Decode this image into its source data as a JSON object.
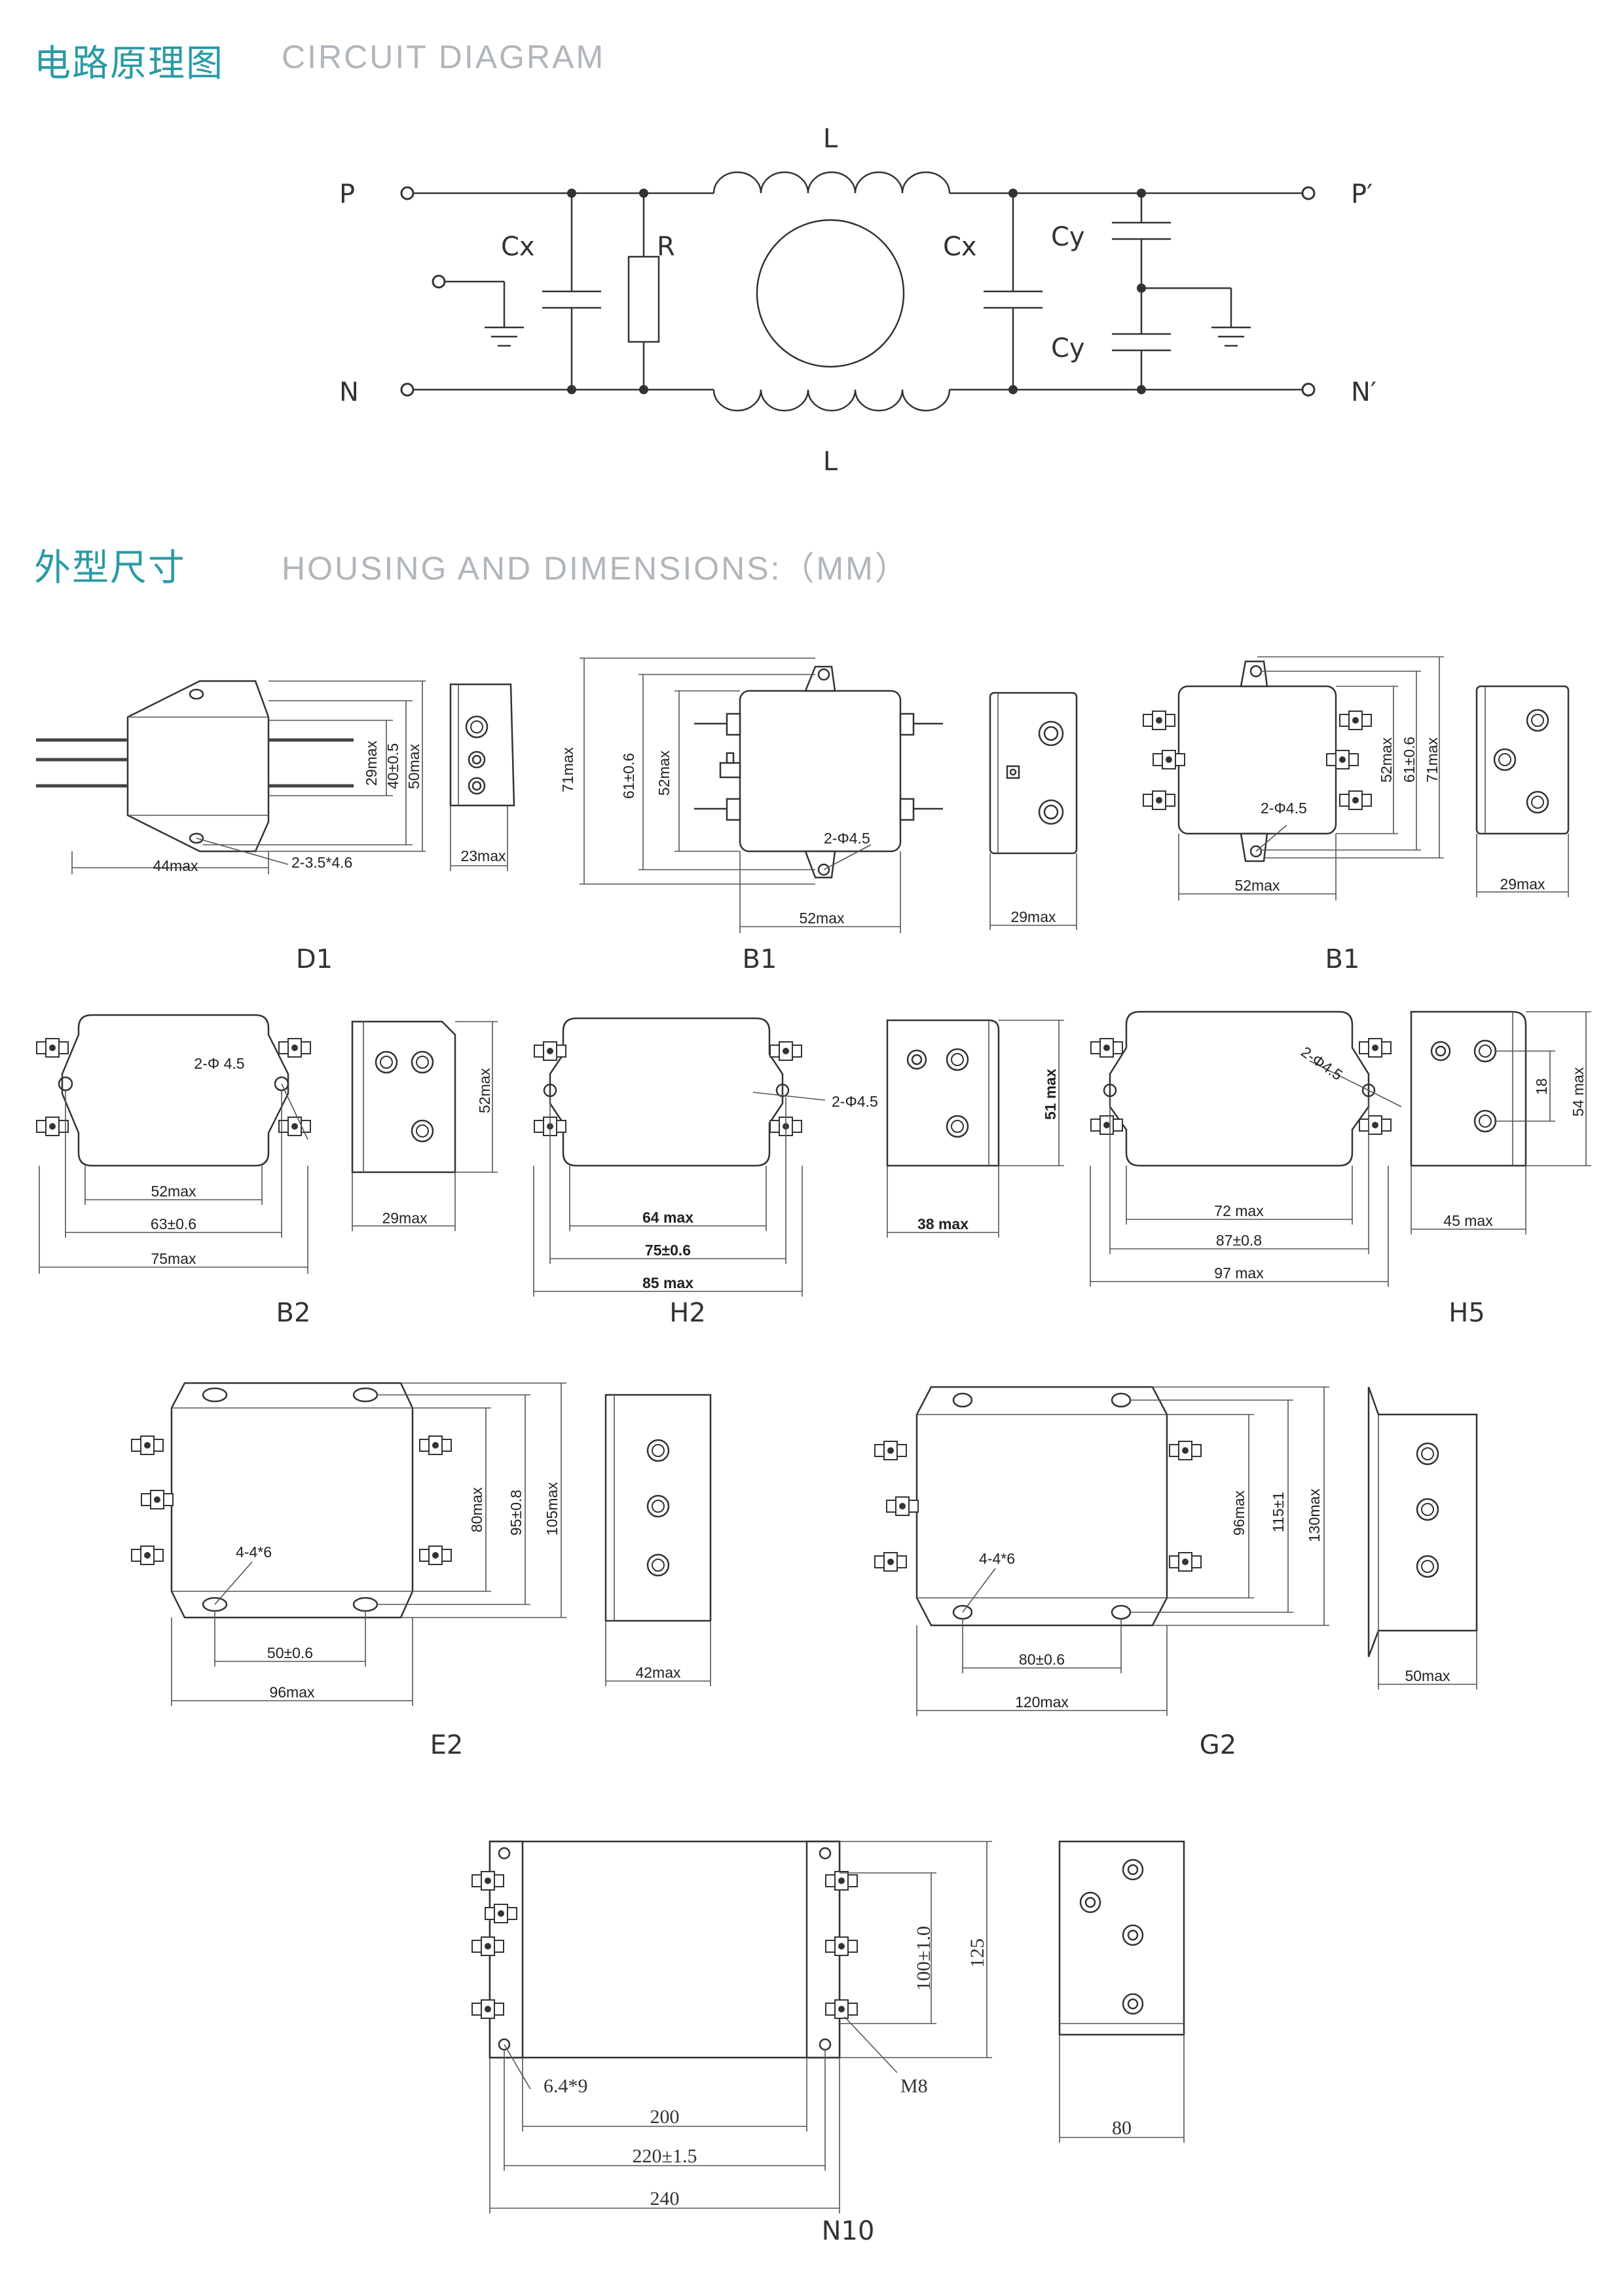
{
  "section1": {
    "title_cn": "电路原理图",
    "title_en": "CIRCUIT DIAGRAM"
  },
  "section2": {
    "title_cn": "外型尺寸",
    "title_en": "HOUSING AND DIMENSIONS:（MM）"
  },
  "circuit": {
    "labels": {
      "P": "P",
      "N": "N",
      "P_out": "P′",
      "N_out": "N′",
      "L_top": "L",
      "L_bottom": "L",
      "Cx1": "Cx",
      "Cx2": "Cx",
      "R": "R",
      "Cy1": "Cy",
      "Cy2": "Cy"
    }
  },
  "drawings": {
    "D1": {
      "caption": "D1",
      "dims": [
        "29max",
        "40±0.5",
        "50max",
        "44max",
        "2-3.5*4.6",
        "23max"
      ]
    },
    "B1a": {
      "caption": "B1",
      "dims": [
        "71max",
        "61±0.6",
        "52max",
        "2-Φ4.5",
        "52max",
        "29max"
      ]
    },
    "B1b": {
      "caption": "B1",
      "dims": [
        "52max",
        "61±0.6",
        "71max",
        "2-Φ4.5",
        "52max",
        "29max"
      ]
    },
    "B2": {
      "caption": "B2",
      "dims": [
        "2-Φ 4.5",
        "52max",
        "63±0.6",
        "75max",
        "52max",
        "29max"
      ]
    },
    "H2": {
      "caption": "H2",
      "dims": [
        "2-Φ4.5",
        "64 max",
        "75±0.6",
        "85 max",
        "51 max",
        "38 max"
      ]
    },
    "H5": {
      "caption": "H5",
      "dims": [
        "2-Φ4.5",
        "72 max",
        "87±0.8",
        "97 max",
        "18",
        "54 max",
        "45 max"
      ]
    },
    "E2": {
      "caption": "E2",
      "dims": [
        "80max",
        "95±0.8",
        "105max",
        "4-4*6",
        "50±0.6",
        "96max",
        "42max"
      ]
    },
    "G2": {
      "caption": "G2",
      "dims": [
        "96max",
        "115±1",
        "130max",
        "4-4*6",
        "80±0.6",
        "120max",
        "50max"
      ]
    },
    "N10": {
      "caption": "N10",
      "dims": [
        "100±1.0",
        "125",
        "6.4*9",
        "M8",
        "200",
        "220±1.5",
        "240",
        "80"
      ]
    }
  }
}
